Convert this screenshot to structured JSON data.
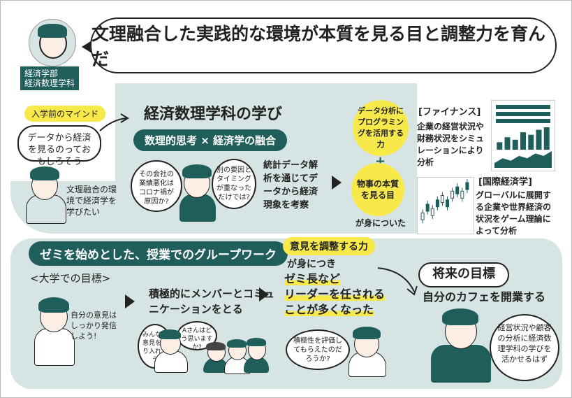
{
  "header": {
    "title": "文理融合した実践的な環境が本質を見る目と調整力を育んだ",
    "department_line1": "経済学部",
    "department_line2": "経済数理学科"
  },
  "mindset": {
    "label": "入学前のマインド",
    "bubble": "データから経済を見るのっておもしろそう",
    "thought": "文理融合の環境で経済学を学びたい"
  },
  "study": {
    "heading": "経済数理学科の学び",
    "subheading": "数理的思考 × 経済学の融合",
    "student_q1": "その会社の業績悪化はコロナ禍が原因か?",
    "student_q2": "別の要因とタイミングが重なっただけでは?",
    "analysis_text": "統計データ解析を通じてデータから経済現象を考察",
    "skill1": "データ分析にプログラミングを活用する力",
    "plus": "+",
    "skill2": "物事の本質を見る目",
    "acquired": "が身についた"
  },
  "finance": {
    "label": "[ファイナンス]",
    "text": "企業の経営状況や財務状況をシミュレーションにより分析"
  },
  "intl": {
    "label": "[国際経済学]",
    "text": "グローバルに展開する企業や世界経済の状況をゲーム理論によって分析"
  },
  "seminar": {
    "heading": "ゼミを始めとした、授業でのグループワーク",
    "goal_label": "<大学での目標>",
    "goal_thought": "自分の意見はしっかり発信しよう!",
    "action": "積極的にメンバーとコミュニケーションをとる",
    "speech1": "みんなの意見をとり入れよう",
    "speech2": "Aさんはどう思いますか?"
  },
  "adjust": {
    "label": "意見を調整する力",
    "line1": "が身につき",
    "line2": "ゼミ長など",
    "line3": "リーダーを任される",
    "line4": "ことが多くなった",
    "thought": "積極性を評価してもらえたのだろうか?"
  },
  "future": {
    "label": "将来の目標",
    "goal": "自分のカフェを開業する",
    "thought": "経営状況や顧客の分析に経済数理学科の学びを活かせるはず"
  },
  "chart_data": [
    {
      "type": "bar",
      "values": [
        3,
        5,
        4,
        7,
        6,
        8,
        9
      ]
    },
    {
      "type": "line",
      "values": [
        2,
        4,
        3,
        5,
        4,
        6,
        5,
        7
      ]
    },
    {
      "type": "candlestick",
      "values": [
        4,
        6,
        5,
        7,
        8,
        7,
        9,
        10,
        9,
        11
      ]
    }
  ]
}
